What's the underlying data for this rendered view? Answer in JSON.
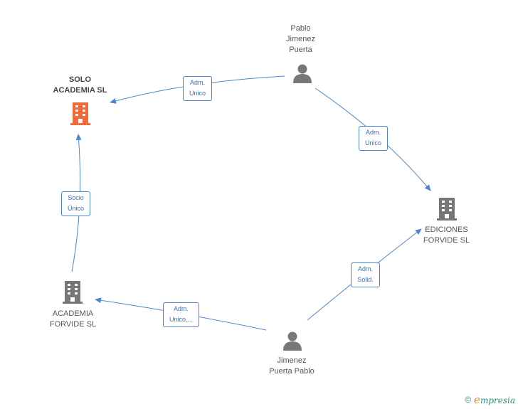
{
  "nodes": {
    "solo_academia": {
      "label": "SOLO\nACADEMIA  SL",
      "color": "#f26a3b"
    },
    "pablo_jimenez": {
      "label": "Pablo\nJimenez\nPuerta",
      "color": "#777777"
    },
    "ediciones_forvide": {
      "label": "EDICIONES\nFORVIDE  SL",
      "color": "#777777"
    },
    "academia_forvide": {
      "label": "ACADEMIA\nFORVIDE  SL",
      "color": "#777777"
    },
    "jimenez_puerta": {
      "label": "Jimenez\nPuerta Pablo",
      "color": "#777777"
    }
  },
  "edges": {
    "pablo_to_solo": "Adm.\nUnico",
    "pablo_to_ediciones": "Adm.\nUnico",
    "academia_to_solo": "Socio\nÚnico",
    "jimenez_to_academia": "Adm.\nUnico,...",
    "jimenez_to_ediciones": "Adm.\nSolid."
  },
  "edge_color": "#4a86d0",
  "footer": {
    "copyright": "©",
    "brand_initial": "e",
    "brand_rest": "mpresia"
  }
}
